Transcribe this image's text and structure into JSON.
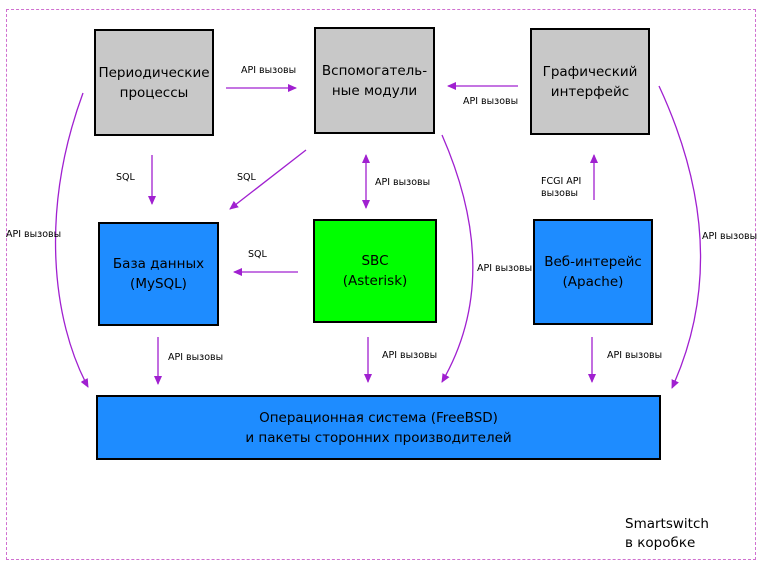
{
  "boxes": {
    "periodic": "Периодические\nпроцессы",
    "aux": "Вспомогатель-\nные модули",
    "gui": "Графический\nинтерфейс",
    "db": "База данных\n(MySQL)",
    "sbc": "SBC\n(Asterisk)",
    "web": "Веб-интерейс\n(Apache)",
    "os": "Операционная система (FreeBSD)\nи пакеты сторонних производителей"
  },
  "labels": {
    "api_calls": "API вызовы",
    "sql": "SQL",
    "fcgi": "FCGI API\nвызовы"
  },
  "caption": "Smartswitch\nв коробке",
  "colors": {
    "arrow": "#a020d0",
    "frame": "#d070d0",
    "gray_box": "#c8c8c8",
    "blue_box": "#1e8cff",
    "green_box": "#00ff00"
  }
}
